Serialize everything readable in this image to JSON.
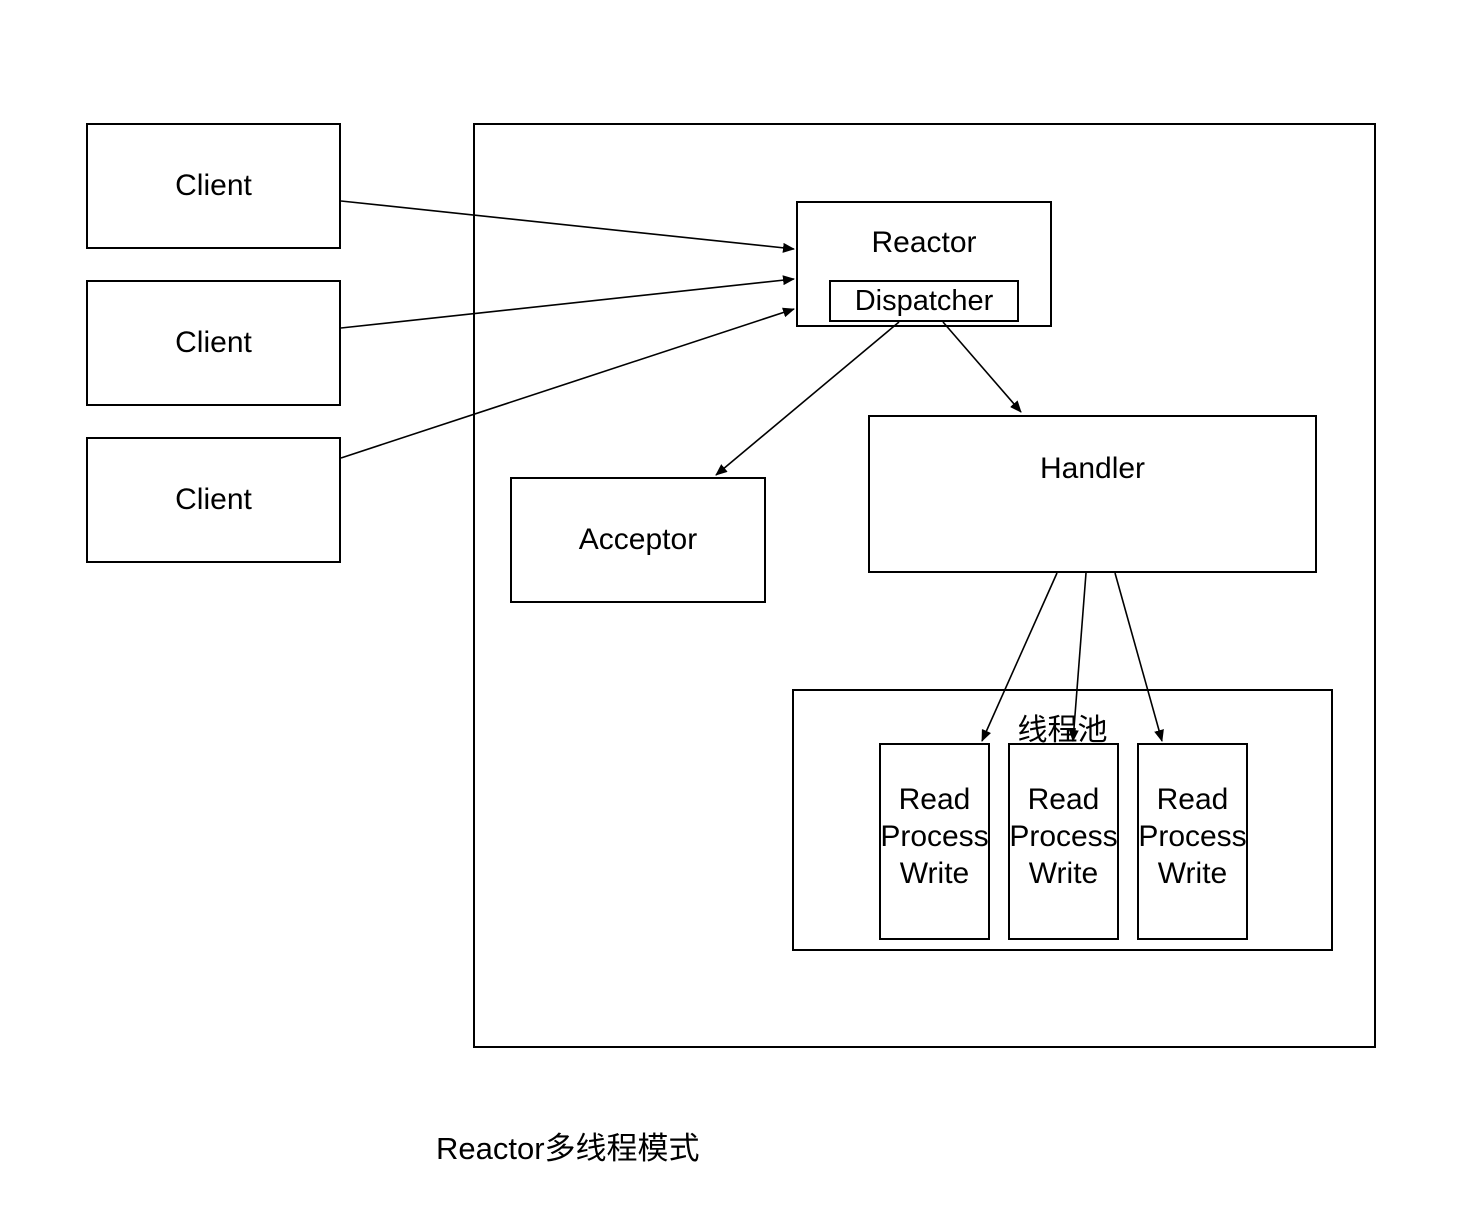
{
  "clients": [
    {
      "label": "Client"
    },
    {
      "label": "Client"
    },
    {
      "label": "Client"
    }
  ],
  "reactor": {
    "label": "Reactor",
    "dispatcher_label": "Dispatcher"
  },
  "acceptor": {
    "label": "Acceptor"
  },
  "handler": {
    "label": "Handler"
  },
  "thread_pool": {
    "label": "线程池",
    "workers": [
      {
        "lines": [
          "Read",
          "Process",
          "Write"
        ]
      },
      {
        "lines": [
          "Read",
          "Process",
          "Write"
        ]
      },
      {
        "lines": [
          "Read",
          "Process",
          "Write"
        ]
      }
    ]
  },
  "caption": "Reactor多线程模式"
}
